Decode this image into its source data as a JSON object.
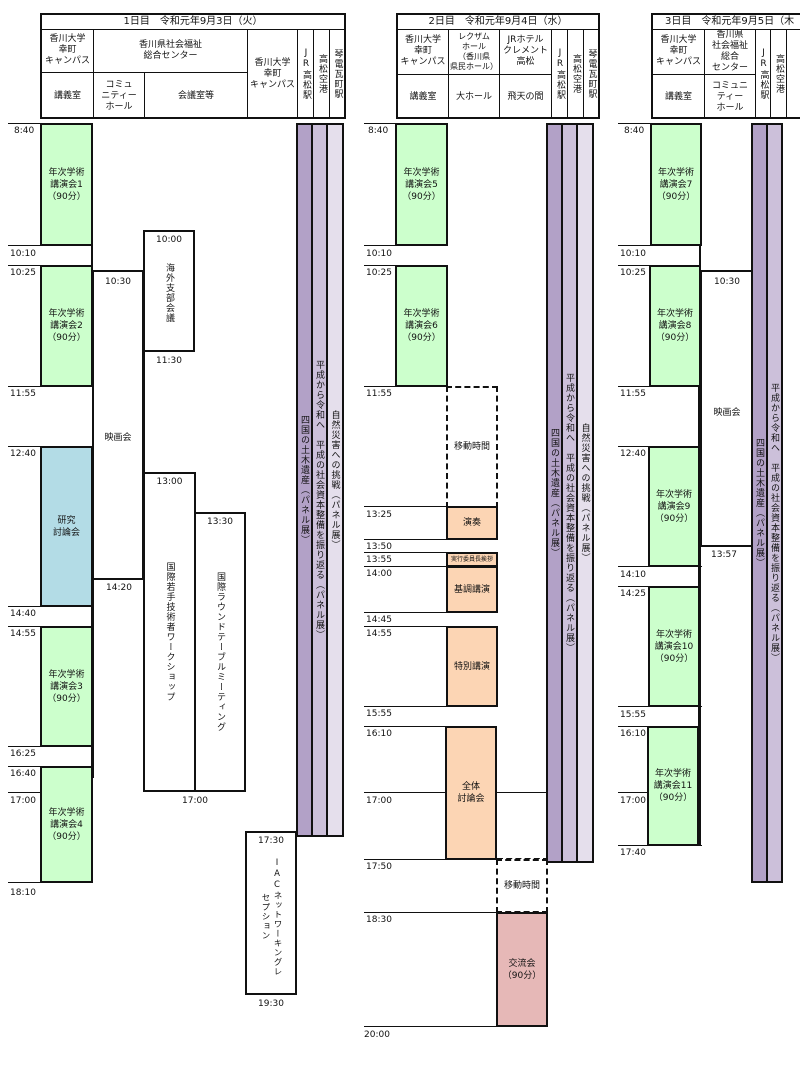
{
  "days": [
    {
      "title": "1日目　令和元年9月3日（火）",
      "venues": {
        "kagawa_univ": "香川大学\n幸町\nキャンパス",
        "welfare_center": "香川県社会福祉\n総合センター",
        "lecture_room": "講義室",
        "community_hall": "コミュ\nニティー\nホール",
        "meeting_rooms": "会議室等",
        "kagawa_univ2": "香川大学\n幸町\nキャンパス",
        "jr_station": "JR高松駅",
        "airport": "高松空港",
        "kotoden": "琴電瓦町駅"
      },
      "times": [
        "8:40",
        "10:10",
        "10:25",
        "11:55",
        "12:40",
        "14:40",
        "14:55",
        "16:25",
        "16:40",
        "17:00",
        "18:10"
      ],
      "events": [
        {
          "label": "年次学術\n講演会1\n（90分）",
          "start": "8:40",
          "end": "10:10"
        },
        {
          "label": "年次学術\n講演会2\n（90分）",
          "start": "10:25",
          "end": "11:55"
        },
        {
          "label": "研究\n討論会",
          "start": "12:40",
          "end": "14:40"
        },
        {
          "label": "年次学術\n講演会3\n（90分）",
          "start": "14:55",
          "end": "16:25"
        },
        {
          "label": "年次学術\n講演会4\n（90分）",
          "start": "16:40",
          "end": "18:10"
        },
        {
          "label": "映画会",
          "start": "10:30",
          "end": "14:20",
          "start_label": "10:30",
          "end_label": "14:20"
        },
        {
          "label": "海外支部会議",
          "start": "10:00",
          "end": "11:30",
          "start_label": "10:00",
          "end_label": "11:30"
        },
        {
          "label": "国際若手技術者ワークショップ",
          "start": "13:00",
          "end": "17:00",
          "start_label": "13:00"
        },
        {
          "label": "国際ラウンドテーブルミーティング",
          "start": "13:30",
          "end": "17:00",
          "start_label": "13:30",
          "end_label": "17:00"
        },
        {
          "label": "IACネットワーキングレセプション",
          "start": "17:30",
          "end": "19:30",
          "start_label": "17:30",
          "end_label": "19:30"
        }
      ],
      "panels": [
        "四国の土木遺産（パネル展）",
        "平成から令和へ　平成の社会資本整備を振り返る（パネル展）",
        "自然災害への挑戦（パネル展）"
      ]
    },
    {
      "title": "2日目　令和元年9月4日（水）",
      "venues": {
        "kagawa_univ": "香川大学\n幸町\nキャンパス",
        "rexxam": "レクザム\nホール\n（香川県\n県民ホール）",
        "jr_hotel": "JRホテル\nクレメント\n高松",
        "lecture_room": "講義室",
        "main_hall": "大ホール",
        "hiten": "飛天の間",
        "jr_station": "JR高松駅",
        "airport": "高松空港",
        "kotoden": "琴電瓦町駅"
      },
      "times": [
        "8:40",
        "10:10",
        "10:25",
        "11:55",
        "13:25",
        "13:50",
        "13:55",
        "14:00",
        "14:45",
        "14:55",
        "15:55",
        "16:10",
        "17:00",
        "17:50",
        "18:30",
        "20:00"
      ],
      "events": [
        {
          "label": "年次学術\n講演会5\n（90分）",
          "start": "8:40",
          "end": "10:10"
        },
        {
          "label": "年次学術\n講演会6\n（90分）",
          "start": "10:25",
          "end": "11:55"
        },
        {
          "label": "移動時間",
          "start": "11:55",
          "end": "13:25"
        },
        {
          "label": "演奏",
          "start": "13:25",
          "end": "13:50"
        },
        {
          "label": "実行委員長挨拶",
          "start": "13:55",
          "end": "14:00"
        },
        {
          "label": "基調講演",
          "start": "14:00",
          "end": "14:45"
        },
        {
          "label": "特別講演",
          "start": "14:55",
          "end": "15:55"
        },
        {
          "label": "全体\n討論会",
          "start": "16:10",
          "end": "17:50"
        },
        {
          "label": "移動時間",
          "start": "17:50",
          "end": "18:30"
        },
        {
          "label": "交流会\n（90分）",
          "start": "18:30",
          "end": "20:00"
        }
      ],
      "panels": [
        "四国の土木遺産（パネル展）",
        "平成から令和へ　平成の社会資本整備を振り返る（パネル展）",
        "自然災害への挑戦（パネル展）"
      ]
    },
    {
      "title": "3日目　令和元年9月5日（木",
      "venues": {
        "kagawa_univ": "香川大学\n幸町\nキャンパス",
        "welfare_center": "香川県\n社会福祉\n総合\nセンター",
        "lecture_room": "講義室",
        "community_hall": "コミュニ\nティー\nホール",
        "jr_station": "JR高松駅",
        "airport": "高松空港"
      },
      "times": [
        "8:40",
        "10:10",
        "10:25",
        "11:55",
        "12:40",
        "14:10",
        "14:25",
        "15:55",
        "16:10",
        "17:00",
        "17:40"
      ],
      "events": [
        {
          "label": "年次学術\n講演会7\n（90分）",
          "start": "8:40",
          "end": "10:10"
        },
        {
          "label": "年次学術\n講演会8\n（90分）",
          "start": "10:25",
          "end": "11:55"
        },
        {
          "label": "年次学術\n講演会9\n（90分）",
          "start": "12:40",
          "end": "14:10"
        },
        {
          "label": "年次学術\n講演会10\n（90分）",
          "start": "14:25",
          "end": "15:55"
        },
        {
          "label": "年次学術\n講演会11\n（90分）",
          "start": "16:10",
          "end": "17:40"
        },
        {
          "label": "映画会",
          "start": "10:30",
          "end": "13:57",
          "start_label": "10:30",
          "end_label": "13:57"
        }
      ],
      "panels": [
        "四国の土木遺産（パネル展）",
        "平成から令和へ　平成の社会資本整備を振り返る（パネル展）"
      ]
    }
  ],
  "colors": {
    "lecture": "#ccffcc",
    "discussion": "#b3dce6",
    "plenary": "#fcd5b4",
    "reception": "#e6b8b7",
    "panel1": "#b2a1c7",
    "panel2": "#ccc0da",
    "panel3": "#e5dfec"
  }
}
